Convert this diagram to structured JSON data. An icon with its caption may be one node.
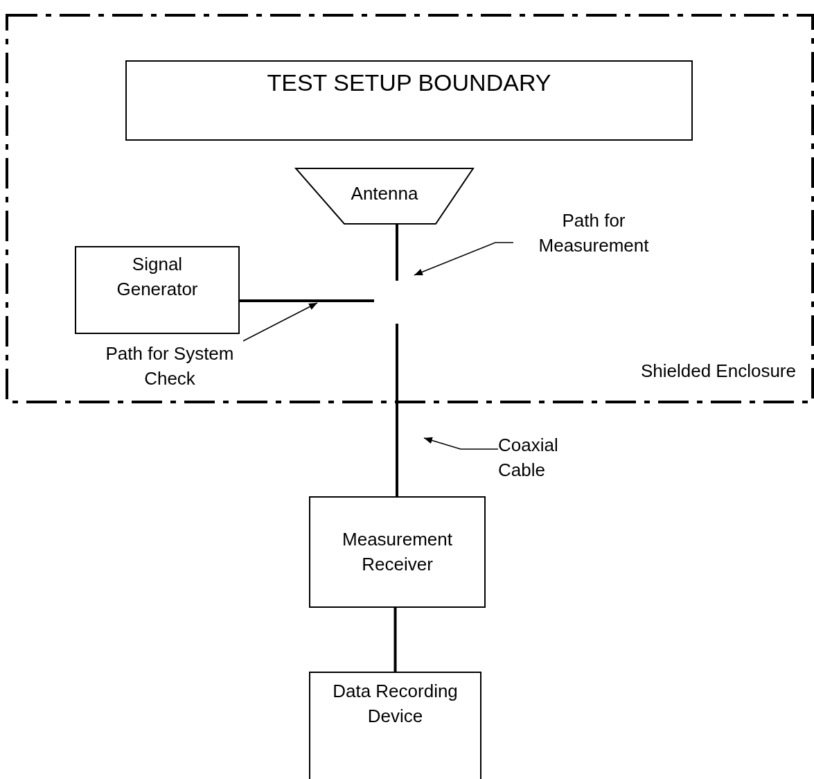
{
  "diagram": {
    "nodes": [
      {
        "text": [
          "Shielded Enclosure"
        ]
      },
      {
        "text": [
          "TEST SETUP BOUNDARY"
        ],
        "in": 0
      },
      {
        "text": [
          "Antenna"
        ],
        "in": 0
      },
      {
        "text": [
          "Signal Generator"
        ],
        "in": 0
      },
      {
        "text": [
          "Measurement Receiver"
        ]
      },
      {
        "text": [
          "Data Recording Device"
        ]
      },
      {
        "text": [
          "Path for Measurement"
        ],
        "in": 0
      },
      {
        "text": [
          "Path for System Check"
        ],
        "in": 0
      },
      {
        "text": [
          "Coaxial Cable"
        ]
      }
    ],
    "edges": [
      {
        "from": 2,
        "to": null,
        "arrow": "none"
      },
      {
        "from": 3,
        "to": null,
        "arrow": "none"
      },
      {
        "from": null,
        "to": 4,
        "arrow": "none"
      },
      {
        "from": 4,
        "to": 5,
        "arrow": "none"
      },
      {
        "from": 6,
        "to": null,
        "arrow": "to"
      },
      {
        "from": 7,
        "to": null,
        "arrow": "to"
      },
      {
        "from": 8,
        "to": null,
        "arrow": "to"
      }
    ]
  }
}
